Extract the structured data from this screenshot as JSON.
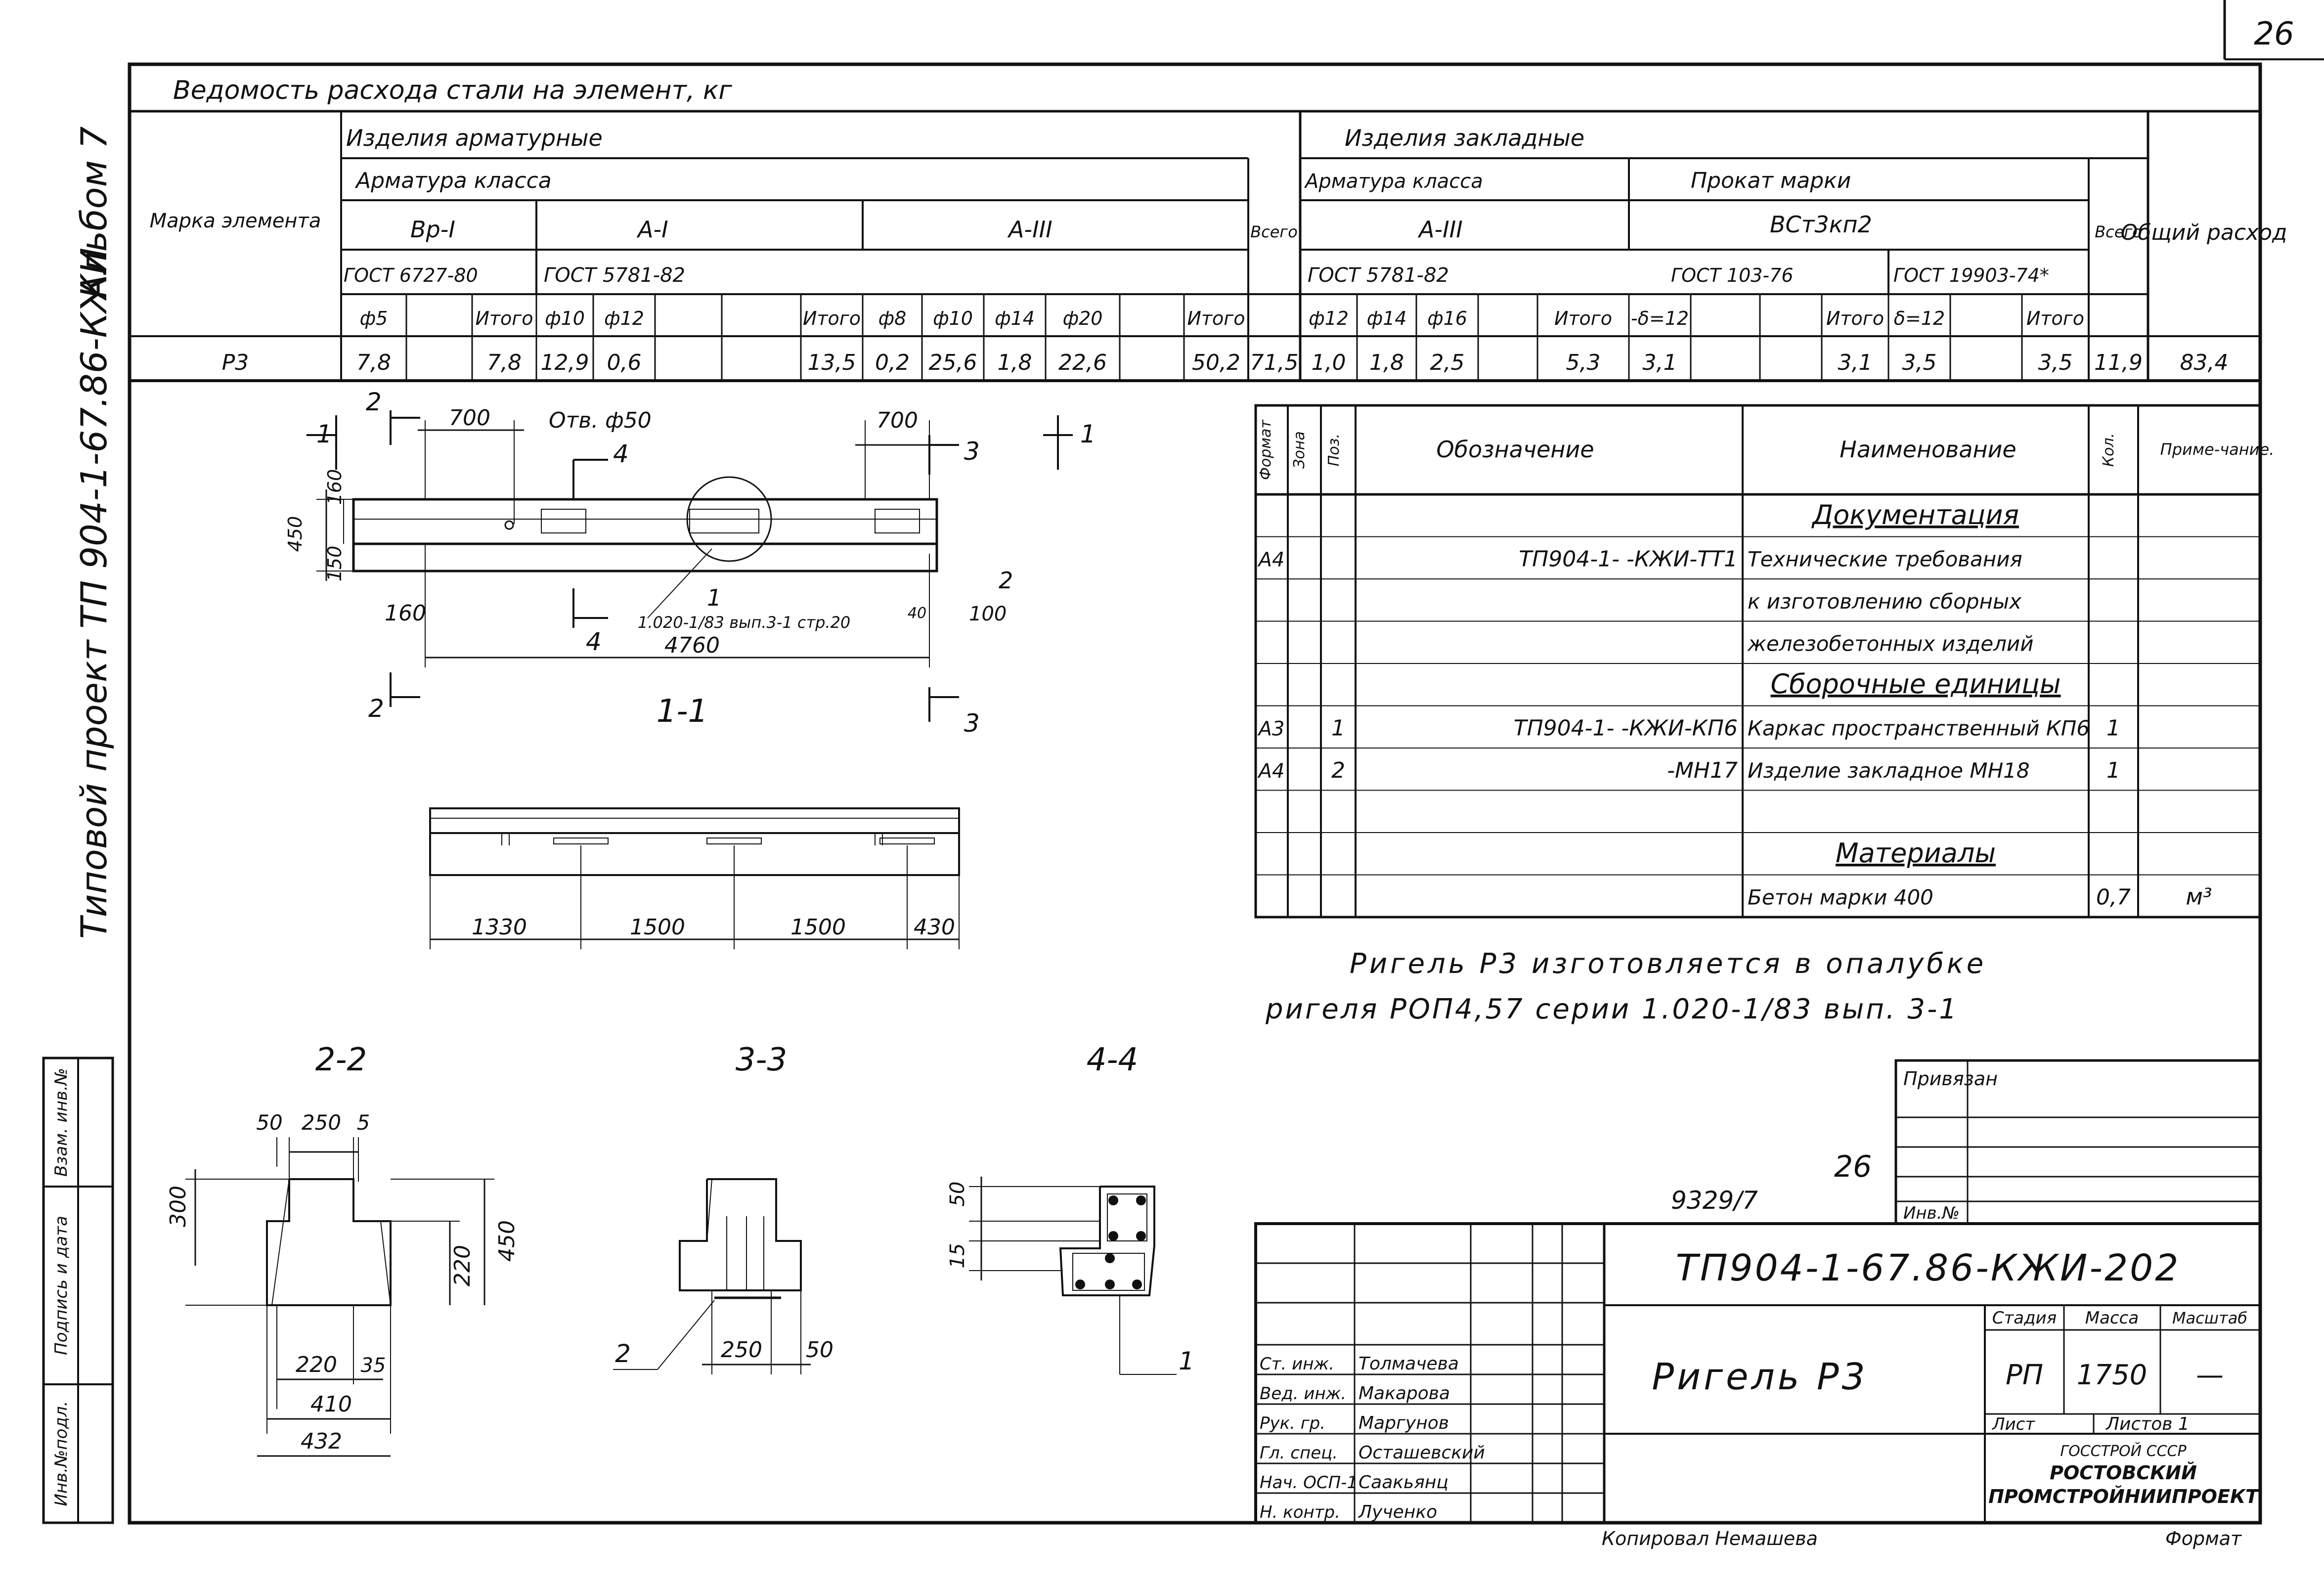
{
  "page_number": "26",
  "side": {
    "album": "Альбом 7",
    "project": "Типовой проект ТП 904-1-67.86-КЖИ",
    "stamp_labels": [
      "Инв.№подл.",
      "Подпись и дата",
      "Взам. инв.№"
    ]
  },
  "steel_table": {
    "title": "Ведомость расхода стали на элемент, кг",
    "mark_header": "Марка элемента",
    "group_arm": "Изделия арматурные",
    "group_emb": "Изделия закладные",
    "arm_class": "Арматура класса",
    "arm_class2": "Арматура класса",
    "rolled": "Прокат марки",
    "vsego": "Всего",
    "vsego2": "Всего",
    "total": "Общий расход",
    "classes": {
      "bp1": "Вр-I",
      "a1": "А-I",
      "a3": "А-III",
      "a3e": "А-III",
      "st": "ВСт3кп2"
    },
    "gosts": {
      "g1": "ГОСТ 6727-80",
      "g2": "ГОСТ 5781-82",
      "g3": "ГОСТ 5781-82",
      "g4": "ГОСТ 103-76",
      "g5": "ГОСТ 19903-74*"
    },
    "sub_headers": [
      "ф5",
      "",
      "Итого",
      "ф10",
      "ф12",
      "",
      "",
      "Итого",
      "ф8",
      "ф10",
      "ф14",
      "ф20",
      "",
      "Итого",
      "",
      "ф12",
      "ф14",
      "ф16",
      "",
      "Итого",
      "-δ=12",
      "",
      "",
      "Итого",
      "δ=12",
      "",
      "Итого",
      "",
      ""
    ],
    "row": [
      "Р3",
      "7,8",
      "",
      "7,8",
      "12,9",
      "0,6",
      "",
      "",
      "13,5",
      "0,2",
      "25,6",
      "1,8",
      "22,6",
      "",
      "50,2",
      "71,5",
      "1,0",
      "1,8",
      "2,5",
      "",
      "5,3",
      "3,1",
      "",
      "",
      "3,1",
      "3,5",
      "",
      "3,5",
      "11,9",
      "83,4"
    ]
  },
  "spec": {
    "headers": [
      "Формат",
      "Зона",
      "Поз.",
      "Обозначение",
      "Наименование",
      "Кол.",
      "Приме-чание."
    ],
    "rows": [
      {
        "f": "",
        "z": "",
        "p": "",
        "o": "",
        "n": "Документация",
        "k": "",
        "pr": ""
      },
      {
        "f": "А4",
        "z": "",
        "p": "",
        "o": "ТП904-1-   -КЖИ-ТТ1",
        "n": "Технические требования",
        "k": "",
        "pr": ""
      },
      {
        "f": "",
        "z": "",
        "p": "",
        "o": "",
        "n": "к изготовлению сборных",
        "k": "",
        "pr": ""
      },
      {
        "f": "",
        "z": "",
        "p": "",
        "o": "",
        "n": "железобетонных изделий",
        "k": "",
        "pr": ""
      },
      {
        "f": "",
        "z": "",
        "p": "",
        "o": "",
        "n": "Сборочные единицы",
        "k": "",
        "pr": ""
      },
      {
        "f": "А3",
        "z": "",
        "p": "1",
        "o": "ТП904-1-   -КЖИ-КП6",
        "n": "Каркас пространственный КП6",
        "k": "1",
        "pr": ""
      },
      {
        "f": "А4",
        "z": "",
        "p": "2",
        "o": "-МН17",
        "n": "Изделие закладное МН18",
        "k": "1",
        "pr": ""
      },
      {
        "f": "",
        "z": "",
        "p": "",
        "o": "",
        "n": "",
        "k": "",
        "pr": ""
      },
      {
        "f": "",
        "z": "",
        "p": "",
        "o": "",
        "n": "Материалы",
        "k": "",
        "pr": ""
      },
      {
        "f": "",
        "z": "",
        "p": "",
        "o": "",
        "n": "Бетон марки 400",
        "k": "0,7",
        "pr": "м³"
      }
    ]
  },
  "note": {
    "line1": "Ригель Р3 изготовляется в опалубке",
    "line2": "ригеля РОП4,57 серии 1.020-1/83 вып. 3-1"
  },
  "drawing": {
    "sec11": {
      "title": "1-1",
      "dims": {
        "d700a": "700",
        "d700b": "700",
        "hole": "Отв. ф50",
        "d160": "160",
        "d450": "450",
        "d150": "150",
        "d160b": "160",
        "d4760": "4760",
        "d40": "40",
        "d100": "100",
        "ref": "1.020-1/83 вып.3-1 стр.20",
        "pos1": "1",
        "pos2": "2"
      },
      "cut_labels": {
        "c1l": "1",
        "c1r": "1",
        "c2t": "2",
        "c2b": "2",
        "c3t": "3",
        "c3b": "3",
        "c4t": "4",
        "c4b": "4"
      }
    },
    "plan": {
      "dims": [
        "1330",
        "1500",
        "1500",
        "430"
      ]
    },
    "sec22": {
      "title": "2-2",
      "dims": {
        "d50": "50",
        "d250": "250",
        "d5": "5",
        "d300": "300",
        "d450": "450",
        "d220v": "220",
        "d220": "220",
        "d35": "35",
        "d410": "410",
        "d432": "432"
      }
    },
    "sec33": {
      "title": "3-3",
      "dims": {
        "d250": "250",
        "d50": "50",
        "pos": "2"
      }
    },
    "sec44": {
      "title": "4-4",
      "dims": {
        "d50": "50",
        "d15": "15",
        "pos": "1"
      }
    }
  },
  "title_block": {
    "privyazan": "Привязан",
    "inv_no": "Инв.№",
    "inv_number": "9329/7",
    "sheet_no_hand": "26",
    "code": "ТП904-1-67.86-КЖИ-202",
    "name": "Ригель Р3",
    "stage_hdr": "Стадия",
    "mass_hdr": "Масса",
    "scale_hdr": "Масштаб",
    "stage": "РП",
    "mass": "1750",
    "scale": "—",
    "sheet_hdr": "Лист",
    "sheets_hdr": "Листов 1",
    "org1": "ГОССТРОЙ СССР",
    "org2": "РОСТОВСКИЙ",
    "org3": "ПРОМСТРОЙНИИПРОЕКТ",
    "roles": [
      {
        "role": "Ст. инж.",
        "name": "Толмачева"
      },
      {
        "role": "Вед. инж.",
        "name": "Макарова"
      },
      {
        "role": "Рук. гр.",
        "name": "Маргунов"
      },
      {
        "role": "Гл. спец.",
        "name": "Осташевский"
      },
      {
        "role": "Нач. ОСП-1",
        "name": "Саакьянц"
      },
      {
        "role": "Н. контр.",
        "name": "Лученко"
      }
    ],
    "copied": "Копировал Немашева",
    "format": "Формат"
  }
}
